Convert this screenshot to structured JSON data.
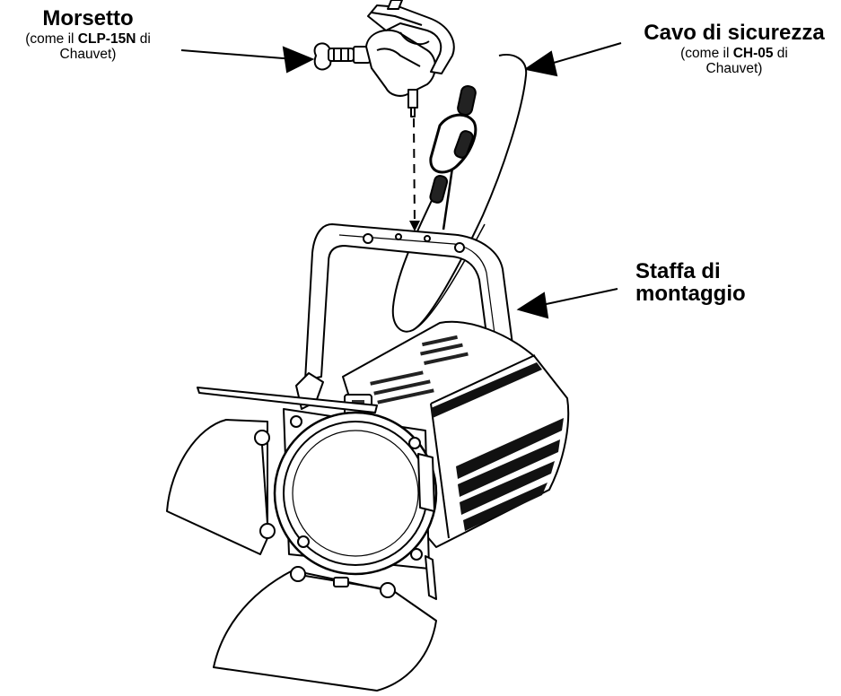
{
  "labels": {
    "clamp": {
      "title": "Morsetto",
      "sub_prefix": "(come il ",
      "sub_bold": "CLP-15N",
      "sub_suffix": " di",
      "sub_line2": "Chauvet)"
    },
    "safety_cable": {
      "title": "Cavo di sicurezza",
      "sub_prefix": "(come il ",
      "sub_bold": "CH-05",
      "sub_suffix": " di",
      "sub_line2": "Chauvet)"
    },
    "bracket": {
      "title_line1": "Staffa di",
      "title_line2": "montaggio"
    }
  },
  "colors": {
    "line": "#000000",
    "metal": "#bdbdbd",
    "fill": "#ffffff"
  }
}
